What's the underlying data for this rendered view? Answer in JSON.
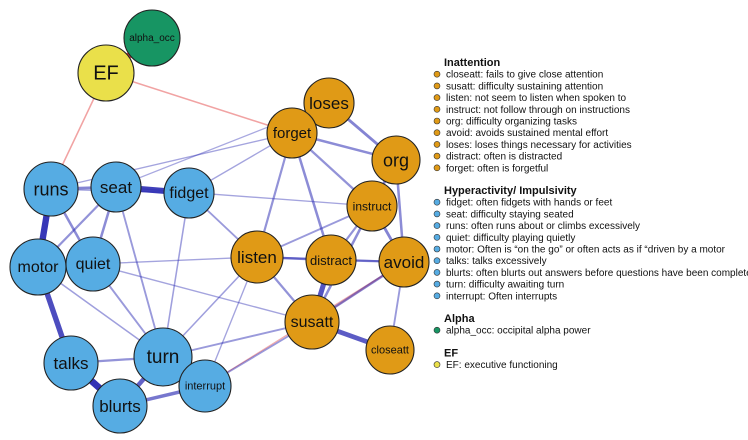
{
  "colors": {
    "inattention": "#E09A16",
    "hyperactivity": "#56ACE3",
    "alpha": "#179563",
    "ef": "#EAE04A",
    "positive_edge": "#2B2BB3",
    "negative_edge": "#E03434"
  },
  "nodes": [
    {
      "id": "alpha_occ",
      "label": "alpha_occ",
      "group": "alpha"
    },
    {
      "id": "EF",
      "label": "EF",
      "group": "ef"
    },
    {
      "id": "loses",
      "label": "loses",
      "group": "inattention"
    },
    {
      "id": "forget",
      "label": "forget",
      "group": "inattention"
    },
    {
      "id": "org",
      "label": "org",
      "group": "inattention"
    },
    {
      "id": "instruct",
      "label": "instruct",
      "group": "inattention"
    },
    {
      "id": "listen",
      "label": "listen",
      "group": "inattention"
    },
    {
      "id": "distract",
      "label": "distract",
      "group": "inattention"
    },
    {
      "id": "avoid",
      "label": "avoid",
      "group": "inattention"
    },
    {
      "id": "susatt",
      "label": "susatt",
      "group": "inattention"
    },
    {
      "id": "closeatt",
      "label": "closeatt",
      "group": "inattention"
    },
    {
      "id": "runs",
      "label": "runs",
      "group": "hyperactivity"
    },
    {
      "id": "seat",
      "label": "seat",
      "group": "hyperactivity"
    },
    {
      "id": "fidget",
      "label": "fidget",
      "group": "hyperactivity"
    },
    {
      "id": "motor",
      "label": "motor",
      "group": "hyperactivity"
    },
    {
      "id": "quiet",
      "label": "quiet",
      "group": "hyperactivity"
    },
    {
      "id": "talks",
      "label": "talks",
      "group": "hyperactivity"
    },
    {
      "id": "turn",
      "label": "turn",
      "group": "hyperactivity"
    },
    {
      "id": "blurts",
      "label": "blurts",
      "group": "hyperactivity"
    },
    {
      "id": "interrupt",
      "label": "interrupt",
      "group": "hyperactivity"
    }
  ],
  "edges": [
    {
      "from": "EF",
      "to": "alpha_occ",
      "sign": "negative",
      "weight": 0.9
    },
    {
      "from": "EF",
      "to": "runs",
      "sign": "negative",
      "weight": 0.15
    },
    {
      "from": "EF",
      "to": "forget",
      "sign": "negative",
      "weight": 0.15
    },
    {
      "from": "seat",
      "to": "fidget",
      "sign": "positive",
      "weight": 0.85
    },
    {
      "from": "runs",
      "to": "seat",
      "sign": "positive",
      "weight": 0.35
    },
    {
      "from": "runs",
      "to": "motor",
      "sign": "positive",
      "weight": 0.9
    },
    {
      "from": "runs",
      "to": "quiet",
      "sign": "positive",
      "weight": 0.3
    },
    {
      "from": "seat",
      "to": "quiet",
      "sign": "positive",
      "weight": 0.3
    },
    {
      "from": "seat",
      "to": "motor",
      "sign": "positive",
      "weight": 0.25
    },
    {
      "from": "motor",
      "to": "quiet",
      "sign": "positive",
      "weight": 0.85
    },
    {
      "from": "motor",
      "to": "talks",
      "sign": "positive",
      "weight": 0.75
    },
    {
      "from": "talks",
      "to": "blurts",
      "sign": "positive",
      "weight": 0.95
    },
    {
      "from": "turn",
      "to": "blurts",
      "sign": "positive",
      "weight": 0.6
    },
    {
      "from": "turn",
      "to": "interrupt",
      "sign": "positive",
      "weight": 0.5
    },
    {
      "from": "blurts",
      "to": "interrupt",
      "sign": "positive",
      "weight": 0.45
    },
    {
      "from": "talks",
      "to": "turn",
      "sign": "positive",
      "weight": 0.25
    },
    {
      "from": "quiet",
      "to": "turn",
      "sign": "positive",
      "weight": 0.2
    },
    {
      "from": "seat",
      "to": "turn",
      "sign": "positive",
      "weight": 0.2
    },
    {
      "from": "fidget",
      "to": "turn",
      "sign": "positive",
      "weight": 0.15
    },
    {
      "from": "fidget",
      "to": "listen",
      "sign": "positive",
      "weight": 0.2
    },
    {
      "from": "runs",
      "to": "fidget",
      "sign": "positive",
      "weight": 0.15
    },
    {
      "from": "runs",
      "to": "forget",
      "sign": "positive",
      "weight": 0.12
    },
    {
      "from": "seat",
      "to": "instruct",
      "sign": "positive",
      "weight": 0.12
    },
    {
      "from": "quiet",
      "to": "listen",
      "sign": "positive",
      "weight": 0.12
    },
    {
      "from": "turn",
      "to": "susatt",
      "sign": "positive",
      "weight": 0.2
    },
    {
      "from": "turn",
      "to": "listen",
      "sign": "positive",
      "weight": 0.15
    },
    {
      "from": "interrupt",
      "to": "susatt",
      "sign": "positive",
      "weight": 0.2
    },
    {
      "from": "interrupt",
      "to": "listen",
      "sign": "positive",
      "weight": 0.12
    },
    {
      "from": "susatt",
      "to": "closeatt",
      "sign": "positive",
      "weight": 0.65
    },
    {
      "from": "susatt",
      "to": "distract",
      "sign": "positive",
      "weight": 0.7
    },
    {
      "from": "susatt",
      "to": "instruct",
      "sign": "positive",
      "weight": 0.3
    },
    {
      "from": "susatt",
      "to": "avoid",
      "sign": "positive",
      "weight": 0.3
    },
    {
      "from": "listen",
      "to": "distract",
      "sign": "positive",
      "weight": 0.3
    },
    {
      "from": "listen",
      "to": "forget",
      "sign": "positive",
      "weight": 0.25
    },
    {
      "from": "listen",
      "to": "susatt",
      "sign": "positive",
      "weight": 0.25
    },
    {
      "from": "listen",
      "to": "instruct",
      "sign": "positive",
      "weight": 0.2
    },
    {
      "from": "listen",
      "to": "avoid",
      "sign": "positive",
      "weight": 0.2
    },
    {
      "from": "distract",
      "to": "forget",
      "sign": "positive",
      "weight": 0.3
    },
    {
      "from": "distract",
      "to": "instruct",
      "sign": "positive",
      "weight": 0.25
    },
    {
      "from": "distract",
      "to": "avoid",
      "sign": "positive",
      "weight": 0.25
    },
    {
      "from": "forget",
      "to": "loses",
      "sign": "positive",
      "weight": 0.4
    },
    {
      "from": "forget",
      "to": "org",
      "sign": "positive",
      "weight": 0.3
    },
    {
      "from": "forget",
      "to": "instruct",
      "sign": "positive",
      "weight": 0.25
    },
    {
      "from": "loses",
      "to": "org",
      "sign": "positive",
      "weight": 0.35
    },
    {
      "from": "org",
      "to": "instruct",
      "sign": "positive",
      "weight": 0.35
    },
    {
      "from": "org",
      "to": "avoid",
      "sign": "positive",
      "weight": 0.3
    },
    {
      "from": "instruct",
      "to": "avoid",
      "sign": "positive",
      "weight": 0.35
    },
    {
      "from": "avoid",
      "to": "closeatt",
      "sign": "positive",
      "weight": 0.2
    },
    {
      "from": "avoid",
      "to": "susatt",
      "sign": "negative",
      "weight": 0.12
    },
    {
      "from": "fidget",
      "to": "forget",
      "sign": "positive",
      "weight": 0.12
    },
    {
      "from": "seat",
      "to": "loses",
      "sign": "positive",
      "weight": 0.1
    },
    {
      "from": "quiet",
      "to": "susatt",
      "sign": "positive",
      "weight": 0.12
    },
    {
      "from": "motor",
      "to": "turn",
      "sign": "positive",
      "weight": 0.15
    },
    {
      "from": "interrupt",
      "to": "avoid",
      "sign": "negative",
      "weight": 0.1
    }
  ],
  "legend": [
    {
      "title": "Inattention",
      "group": "inattention",
      "items": [
        "closeatt: fails to give close attention",
        "susatt: difficulty sustaining attention",
        "listen: not seem to listen when spoken to",
        "instruct: not follow through on instructions",
        "org: difficulty organizing tasks",
        "avoid: avoids sustained mental effort",
        "loses: loses things necessary for activities",
        "distract: often is distracted",
        "forget: often is forgetful"
      ]
    },
    {
      "title": "Hyperactivity/ Impulsivity",
      "group": "hyperactivity",
      "items": [
        "fidget: often fidgets with hands or feet",
        "seat: difficulty staying seated",
        "runs: often runs about or climbs excessively",
        "quiet: difficulty playing quietly",
        "motor: Often is “on the go” or often acts as if “driven by a motor",
        "talks: talks excessively",
        "blurts: often blurts out answers before questions have been complete",
        "turn: difficulty awaiting turn",
        "interrupt: Often interrupts"
      ]
    },
    {
      "title": "Alpha",
      "group": "alpha",
      "items": [
        "alpha_occ: occipital alpha power"
      ]
    },
    {
      "title": "EF",
      "group": "ef",
      "items": [
        "EF: executive functioning"
      ]
    }
  ]
}
